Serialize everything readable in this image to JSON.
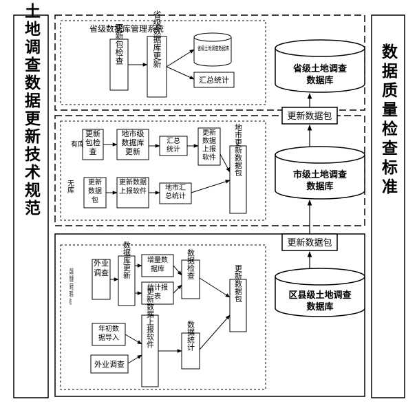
{
  "left_panel": {
    "label": "土地调查数据更新技术规范"
  },
  "right_panel": {
    "label": "数据质量检查标准"
  },
  "province": {
    "system_title": "省级数据库管理系统",
    "update_package_check": "更新包检查",
    "db_update": "省级数据库更新",
    "small_db": "省级土地调查数据库",
    "summary": "汇总统计"
  },
  "city": {
    "has_db_label": "有库",
    "no_db_label": "无库",
    "update_package_check": "更新包检查",
    "db_update": "地市级数据库更新",
    "summary": "汇总统计",
    "report_software_a": "更新数据上报软件",
    "update_package": "更新数据包",
    "report_software_b": "更新数据上报软件",
    "city_summary": "地市汇总统计",
    "city_package": "地市更新数据包"
  },
  "county": {
    "system_title": "县级数据库管理系统",
    "field_survey_a": "外业调查",
    "db_update": "数据库更新",
    "incremental_db": "增量数据库",
    "stat_report": "统计报表",
    "data_check": "数据检查",
    "annual_import": "年初数据导入",
    "field_survey_b": "外业调查",
    "report_software": "更新数据上报软件",
    "data_stat": "数据统计",
    "update_package": "更新数据包"
  },
  "right_column": {
    "province_db": "省级土地调查数据库",
    "package_upper": "更新数据包",
    "city_db": "市级土地调查数据库",
    "package_lower": "更新数据包",
    "county_db": "区县级土地调查数据库"
  }
}
